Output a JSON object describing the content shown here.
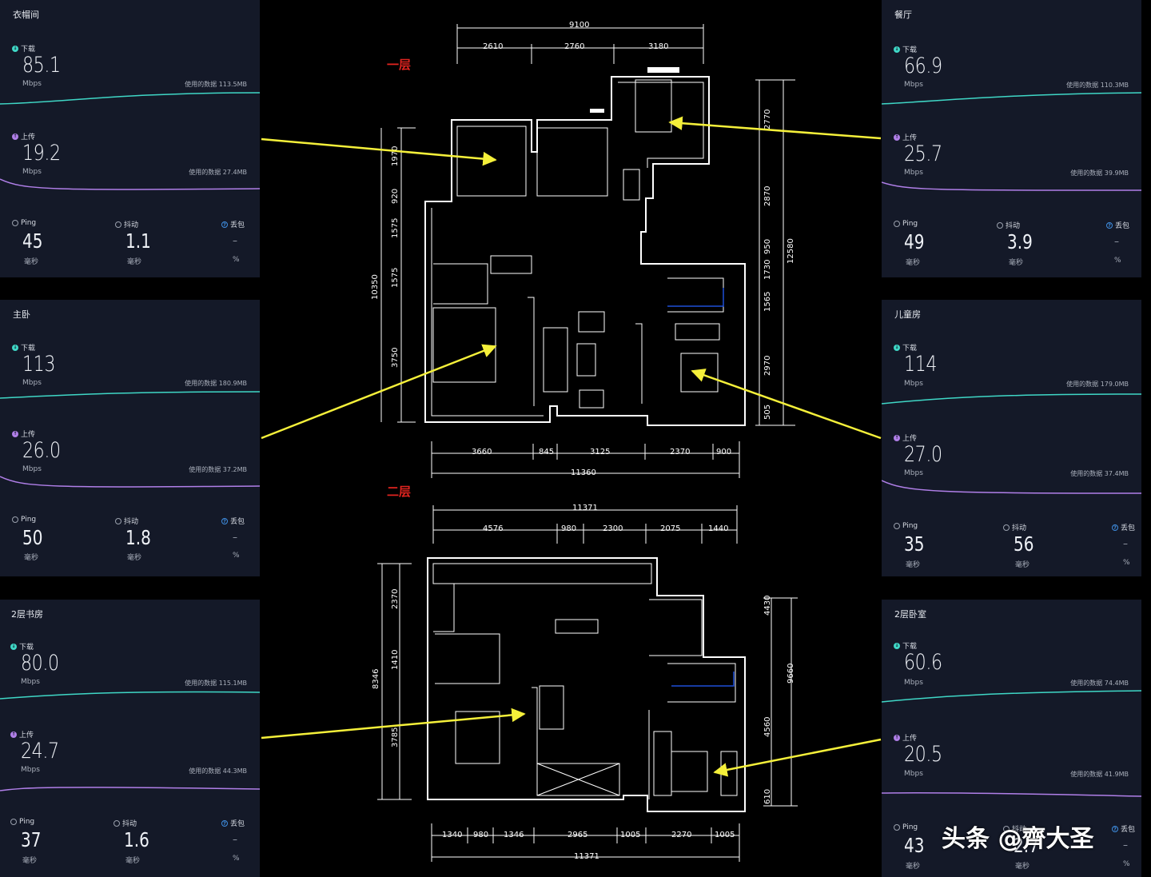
{
  "panels": [
    {
      "id": "p1",
      "title": "衣帽间",
      "download": "85.1",
      "dl_used": "使用的数据 113.5MB",
      "upload": "19.2",
      "ul_used": "使用的数据 27.4MB",
      "ping": "45",
      "jitter": "1.1",
      "loss": "–"
    },
    {
      "id": "p2",
      "title": "主卧",
      "download": "113",
      "dl_used": "使用的数据 180.9MB",
      "upload": "26.0",
      "ul_used": "使用的数据 37.2MB",
      "ping": "50",
      "jitter": "1.8",
      "loss": "–"
    },
    {
      "id": "p3",
      "title": "2层书房",
      "download": "80.0",
      "dl_used": "使用的数据 115.1MB",
      "upload": "24.7",
      "ul_used": "使用的数据 44.3MB",
      "ping": "37",
      "jitter": "1.6",
      "loss": "–"
    },
    {
      "id": "p4",
      "title": "餐厅",
      "download": "66.9",
      "dl_used": "使用的数据 110.3MB",
      "upload": "25.7",
      "ul_used": "使用的数据 39.9MB",
      "ping": "49",
      "jitter": "3.9",
      "loss": "–"
    },
    {
      "id": "p5",
      "title": "儿童房",
      "download": "114",
      "dl_used": "使用的数据 179.0MB",
      "upload": "27.0",
      "ul_used": "使用的数据 37.4MB",
      "ping": "35",
      "jitter": "56",
      "loss": "–"
    },
    {
      "id": "p6",
      "title": "2层卧室",
      "download": "60.6",
      "dl_used": "使用的数据 74.4MB",
      "upload": "20.5",
      "ul_used": "使用的数据 41.9MB",
      "ping": "43",
      "jitter": "2.7",
      "loss": "–"
    }
  ],
  "labels": {
    "download": "下载",
    "upload": "上传",
    "ping": "Ping",
    "jitter": "抖动",
    "loss": "丢包",
    "mbps": "Mbps",
    "ms": "毫秒",
    "pct": "%"
  },
  "plan": {
    "floor1": "一层",
    "floor2": "二层",
    "f1_top_total": "9100",
    "f1_top": [
      "2610",
      "2760",
      "3180"
    ],
    "f1_left_total": "10350",
    "f1_left": [
      "1970",
      "920",
      "1575",
      "1575",
      "3750"
    ],
    "f1_right_total": "12580",
    "f1_right": [
      "2770",
      "2870",
      "950",
      "1730",
      "1565",
      "2970",
      "505"
    ],
    "f1_bottom": [
      "3660",
      "845",
      "3125",
      "2370",
      "900"
    ],
    "f1_bottom_total": "11360",
    "f2_top_total": "11371",
    "f2_top": [
      "4576",
      "980",
      "2300",
      "2075",
      "1440"
    ],
    "f2_left_total": "8346",
    "f2_left": [
      "2370",
      "1410",
      "3785"
    ],
    "f2_right_total": "9660",
    "f2_right": [
      "4430",
      "4560",
      "610"
    ],
    "f2_bottom": [
      "1340",
      "980",
      "1346",
      "2965",
      "1005",
      "2270",
      "1005"
    ],
    "f2_bottom_total": "11371"
  },
  "colors": {
    "download": "#3fd7c6",
    "upload": "#b07fe8",
    "arrow": "#f5f03a",
    "floor_label": "#e0241f",
    "panel_bg": "#141928"
  },
  "watermark": "头条 @齊大圣"
}
